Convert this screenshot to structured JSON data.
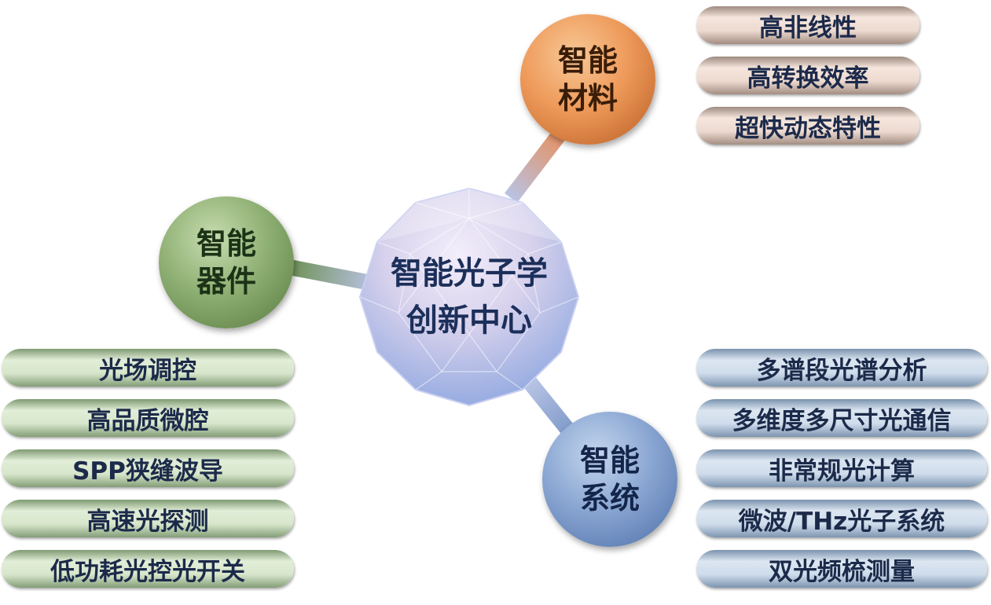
{
  "colors": {
    "materials": "#ee9a5a",
    "devices": "#8fb074",
    "systems": "#8aa6d2",
    "hub_text": "#1b2f5a"
  },
  "center": {
    "line1": "智能光子学",
    "line2": "创新中心"
  },
  "materials": {
    "line1": "智能",
    "line2": "材料",
    "items": [
      "高非线性",
      "高转换效率",
      "超快动态特性"
    ]
  },
  "devices": {
    "line1": "智能",
    "line2": "器件",
    "items": [
      "光场调控",
      "高品质微腔",
      "SPP狭缝波导",
      "高速光探测",
      "低功耗光控光开关"
    ]
  },
  "systems": {
    "line1": "智能",
    "line2": "系统",
    "items": [
      "多谱段光谱分析",
      "多维度多尺寸光通信",
      "非常规光计算",
      "微波/THz光子系统",
      "双光频梳测量"
    ]
  }
}
